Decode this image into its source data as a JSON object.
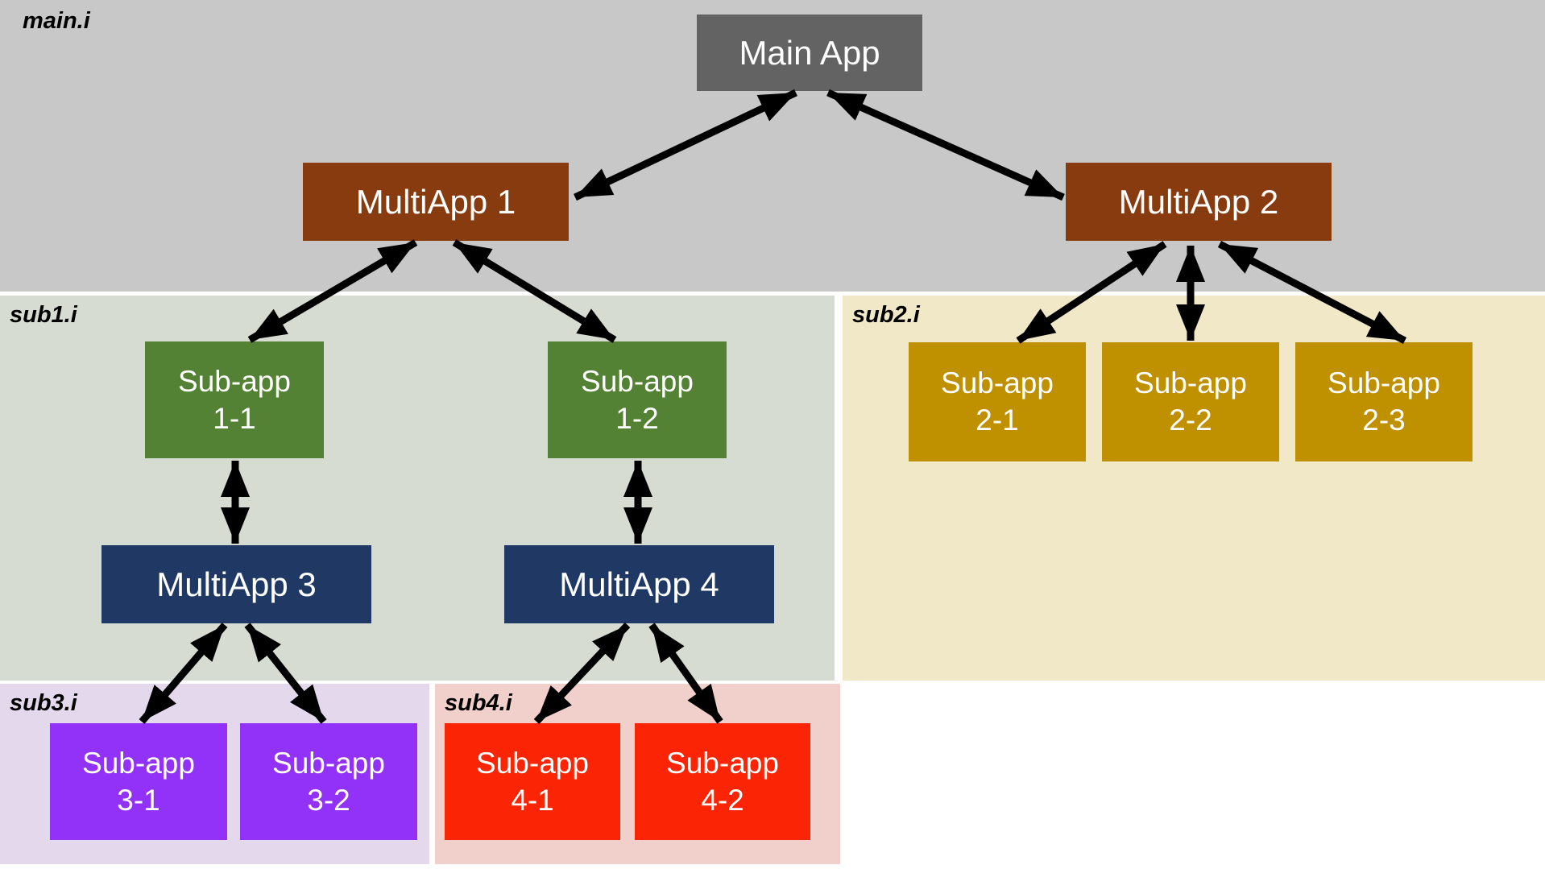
{
  "diagram": {
    "title_hint": "MOOSE MultiApp input-file hierarchy",
    "regions": {
      "main": {
        "label": "main.i",
        "bg": "#c8c8c8"
      },
      "sub1": {
        "label": "sub1.i",
        "bg": "#d6dcd1"
      },
      "sub2": {
        "label": "sub2.i",
        "bg": "#f0e8c7"
      },
      "sub3": {
        "label": "sub3.i",
        "bg": "#e3d8ec"
      },
      "sub4": {
        "label": "sub4.i",
        "bg": "#f1cfca"
      }
    },
    "nodes": {
      "main_app": {
        "label": "Main App",
        "color": "#636363"
      },
      "ma1": {
        "label": "MultiApp 1",
        "color": "#873b0e"
      },
      "ma2": {
        "label": "MultiApp 2",
        "color": "#873b0e"
      },
      "ma3": {
        "label": "MultiApp 3",
        "color": "#1f3864"
      },
      "ma4": {
        "label": "MultiApp 4",
        "color": "#1f3864"
      },
      "s11": {
        "label": "Sub-app\n1-1",
        "color": "#548235"
      },
      "s12": {
        "label": "Sub-app\n1-2",
        "color": "#548235"
      },
      "s21": {
        "label": "Sub-app\n2-1",
        "color": "#bf9000"
      },
      "s22": {
        "label": "Sub-app\n2-2",
        "color": "#bf9000"
      },
      "s23": {
        "label": "Sub-app\n2-3",
        "color": "#bf9000"
      },
      "s31": {
        "label": "Sub-app\n3-1",
        "color": "#9232f8"
      },
      "s32": {
        "label": "Sub-app\n3-2",
        "color": "#9232f8"
      },
      "s41": {
        "label": "Sub-app\n4-1",
        "color": "#fb2505"
      },
      "s42": {
        "label": "Sub-app\n4-2",
        "color": "#fb2505"
      }
    },
    "edge_style": {
      "color": "#000000",
      "double_headed": true
    },
    "connections": [
      "Main App <-> MultiApp 1",
      "Main App <-> MultiApp 2",
      "MultiApp 1 <-> Sub-app 1-1",
      "MultiApp 1 <-> Sub-app 1-2",
      "MultiApp 2 <-> Sub-app 2-1",
      "MultiApp 2 <-> Sub-app 2-2",
      "MultiApp 2 <-> Sub-app 2-3",
      "Sub-app 1-1 <-> MultiApp 3",
      "Sub-app 1-2 <-> MultiApp 4",
      "MultiApp 3 <-> Sub-app 3-1",
      "MultiApp 3 <-> Sub-app 3-2",
      "MultiApp 4 <-> Sub-app 4-1",
      "MultiApp 4 <-> Sub-app 4-2"
    ]
  }
}
